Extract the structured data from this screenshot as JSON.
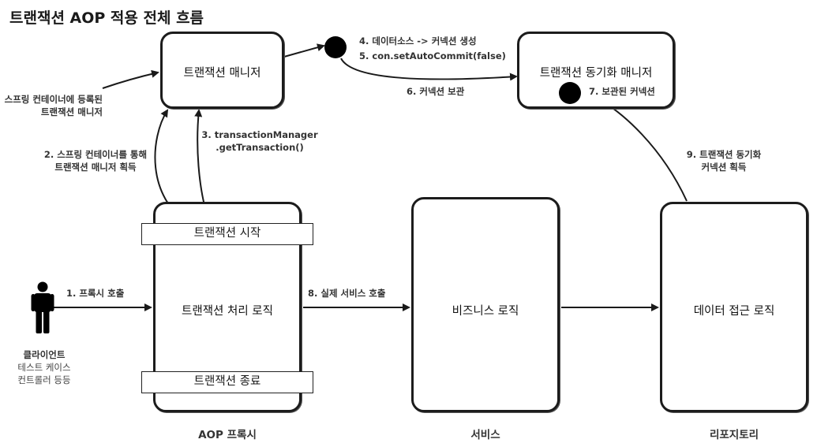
{
  "title": "트랜잭션 AOP 적용 전체 흐름",
  "boxes": {
    "tx_manager": "트랜잭션 매니저",
    "sync_manager": "트랜잭션 동기화 매니저",
    "proxy_logic": "트랜잭션 처리 로직",
    "business_logic": "비즈니스 로직",
    "data_access": "데이터 접근 로직"
  },
  "bars": {
    "start": "트랜잭션 시작",
    "end": "트랜잭션 종료"
  },
  "notes": {
    "spring_registered": [
      "스프링 컨테이너에 등록된",
      "트랜잭션 매니저"
    ],
    "step2": [
      "2. 스프링 컨테이너를 통해",
      "트랜잭션 매니저 획득"
    ],
    "step3": [
      "3. transactionManager",
      ".getTransaction()"
    ],
    "step4": "4. 데이터소스 -> 커넥션 생성",
    "step5": "5. con.setAutoCommit(false)",
    "step6": "6. 커넥션 보관",
    "step7": "7. 보관된 커넥션",
    "step1": "1. 프록시 호출",
    "step8": "8. 실제 서비스 호출",
    "step9": [
      "9. 트랜잭션 동기화",
      "커넥션 획득"
    ]
  },
  "client": {
    "title": "클라이언트",
    "line2": "테스트 케이스",
    "line3": "컨트롤러 등등"
  },
  "captions": {
    "proxy": "AOP 프록시",
    "service": "서비스",
    "repository": "리포지토리"
  },
  "icons": {
    "client": "person-icon",
    "connection": "connection-dot-icon"
  }
}
